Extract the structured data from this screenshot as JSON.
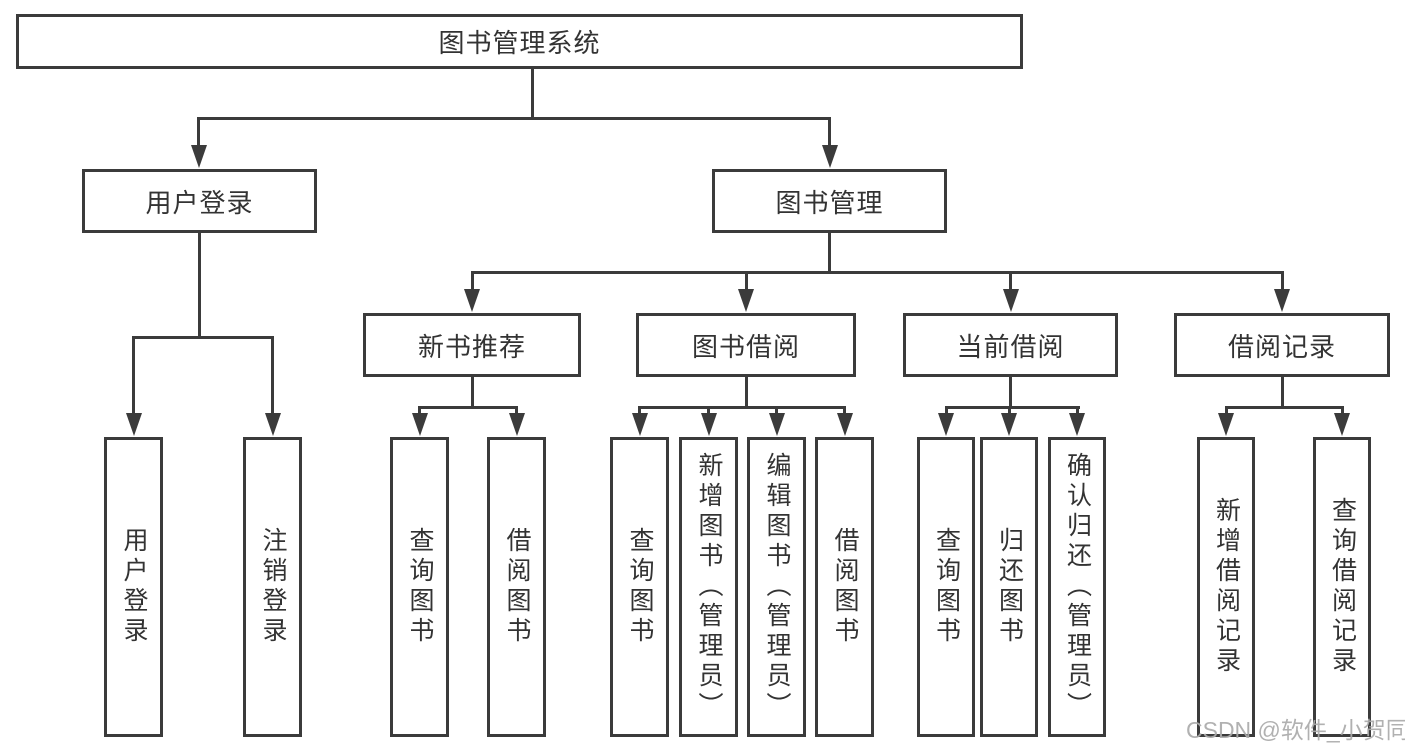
{
  "colors": {
    "line": "#3b3b3b",
    "text": "#333333",
    "background": "#ffffff",
    "watermark": "#ababab"
  },
  "watermark": {
    "text": "CSDN @软件_小贺同学"
  },
  "tree": {
    "root": {
      "label": "图书管理系统",
      "children": [
        {
          "label": "用户登录",
          "children": [
            {
              "label": "用户登录"
            },
            {
              "label": "注销登录"
            }
          ]
        },
        {
          "label": "图书管理",
          "children": [
            {
              "label": "新书推荐",
              "children": [
                {
                  "label": "查询图书"
                },
                {
                  "label": "借阅图书"
                }
              ]
            },
            {
              "label": "图书借阅",
              "children": [
                {
                  "label": "查询图书"
                },
                {
                  "label": "新增图书（管理员）"
                },
                {
                  "label": "编辑图书（管理员）"
                },
                {
                  "label": "借阅图书"
                }
              ]
            },
            {
              "label": "当前借阅",
              "children": [
                {
                  "label": "查询图书"
                },
                {
                  "label": "归还图书"
                },
                {
                  "label": "确认归还（管理员）"
                }
              ]
            },
            {
              "label": "借阅记录",
              "children": [
                {
                  "label": "新增借阅记录"
                },
                {
                  "label": "查询借阅记录"
                }
              ]
            }
          ]
        }
      ]
    }
  }
}
